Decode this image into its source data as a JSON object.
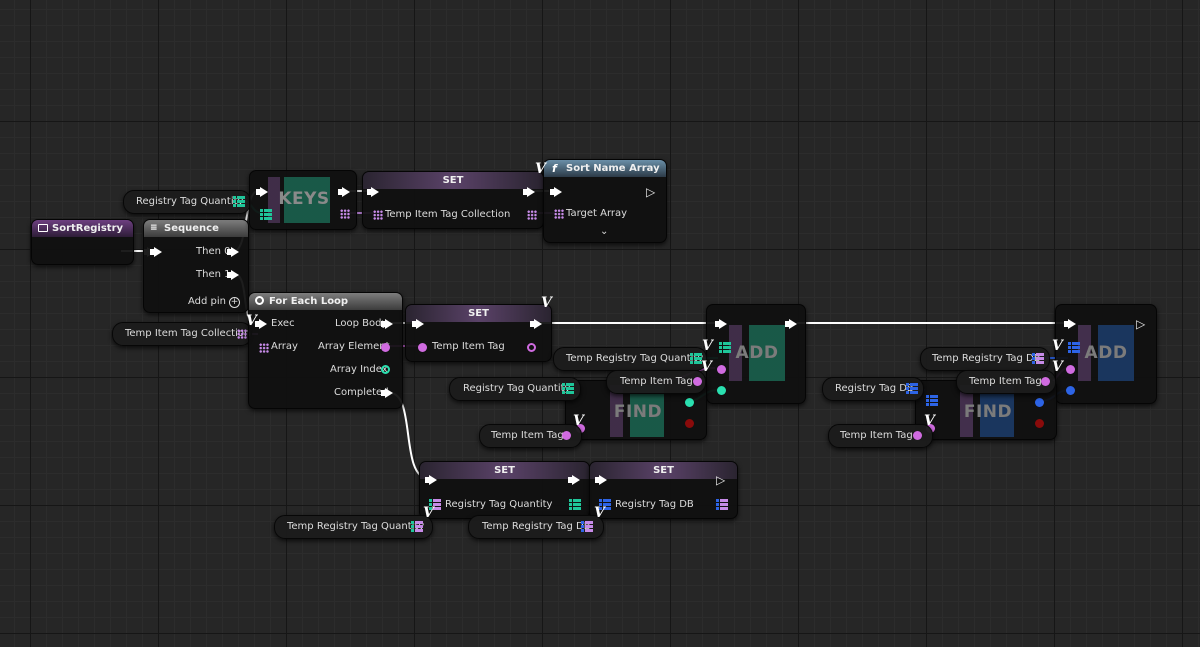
{
  "graph": {
    "event_node": {
      "title": "SortRegistry"
    },
    "sequence_node": {
      "title": "Sequence",
      "pins": [
        "Then 0",
        "Then 1"
      ],
      "add_pin": "Add pin"
    },
    "keys_node": {
      "title": "KEYS"
    },
    "set_nodes": [
      {
        "title": "SET",
        "pin": "Temp Item Tag Collection"
      },
      {
        "title": "SET",
        "pin": "Temp Item Tag"
      },
      {
        "title": "SET",
        "pin": "Registry Tag Quantity"
      },
      {
        "title": "SET",
        "pin": "Registry Tag DB"
      }
    ],
    "sort_node": {
      "title": "Sort Name Array",
      "pin": "Target Array"
    },
    "foreach_node": {
      "title": "For Each Loop",
      "inputs": [
        "Exec",
        "Array"
      ],
      "outputs": [
        "Loop Body",
        "Array Element",
        "Array Index",
        "Completed"
      ]
    },
    "add_nodes": [
      {
        "title": "ADD"
      },
      {
        "title": "ADD"
      }
    ],
    "find_nodes": [
      {
        "title": "FIND"
      },
      {
        "title": "FIND"
      }
    ],
    "variable_nodes": {
      "registry_tag_quantity_1": "Registry Tag Quantity",
      "temp_item_tag_collection": "Temp Item Tag Collection",
      "temp_registry_tag_quantity_1": "Temp Registry Tag Quantity",
      "temp_item_tag_1": "Temp Item Tag",
      "registry_tag_quantity_2": "Registry Tag Quantity",
      "temp_item_tag_2": "Temp Item Tag",
      "temp_registry_tag_db_1": "Temp Registry Tag DB",
      "temp_item_tag_3": "Temp Item Tag",
      "registry_tag_db": "Registry Tag DB",
      "temp_item_tag_4": "Temp Item Tag",
      "temp_registry_tag_quantity_2": "Temp Registry Tag Quantity",
      "temp_registry_tag_db_2": "Temp Registry Tag DB"
    }
  },
  "colors": {
    "background": "#262626",
    "exec_wire": "#ffffff",
    "array_pin": "#c78be8",
    "string_tag_pin": "#d06be0",
    "map_green": "#1fc69a",
    "map_blue": "#2d64e6",
    "int_green": "#2ae0b0",
    "bool_red": "#8a0b0b"
  },
  "icons": [
    "event-icon",
    "sequence-icon",
    "function-icon",
    "loop-icon",
    "variable-get-icon"
  ]
}
